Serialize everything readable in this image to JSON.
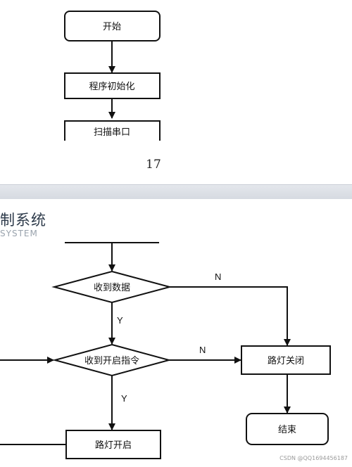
{
  "top_flowchart": {
    "start": "开始",
    "init": "程序初始化",
    "scan": "扫描串口"
  },
  "page_number": "17",
  "header": {
    "title": "制系统",
    "subtitle": "SYSTEM"
  },
  "bottom_flowchart": {
    "receive_data": "收到数据",
    "receive_on_cmd": "收到开启指令",
    "light_on": "路灯开启",
    "light_off": "路灯关闭",
    "end": "结束",
    "label_n1": "N",
    "label_n2": "N",
    "label_y1": "Y",
    "label_y2": "Y"
  },
  "watermark": "CSDN @QQ1694456187"
}
